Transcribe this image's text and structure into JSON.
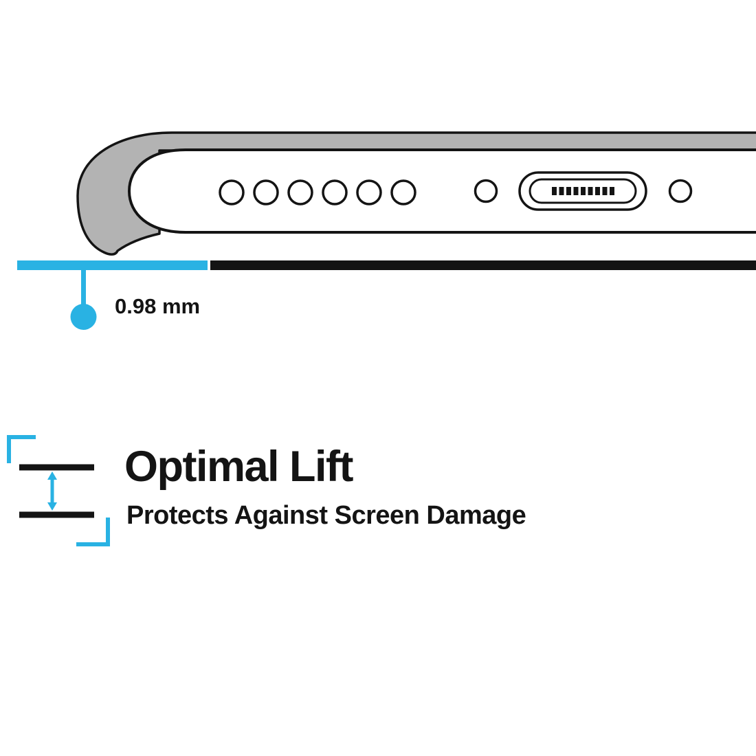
{
  "colors": {
    "accent": "#29b2e3",
    "case_gray": "#b3b3b3",
    "ink": "#141414"
  },
  "measurement": {
    "label": "0.98 mm"
  },
  "feature": {
    "title": "Optimal Lift",
    "subtitle": "Protects Against Screen Damage"
  },
  "icons": [
    "phone-bottom-cross-section-icon",
    "lift-gap-icon",
    "lift-arrow-icon"
  ]
}
